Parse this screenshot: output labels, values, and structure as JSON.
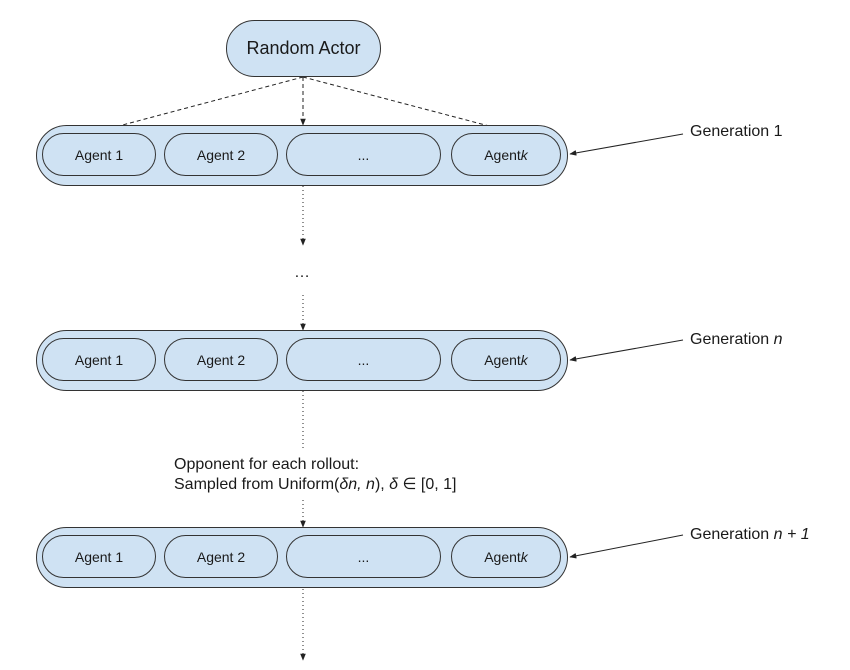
{
  "root": {
    "label": "Random Actor"
  },
  "generations": [
    {
      "label": "Generation ",
      "label_italic": "1",
      "agents": [
        {
          "text": "Agent 1",
          "italic": ""
        },
        {
          "text": "Agent 2",
          "italic": ""
        },
        {
          "text": "...",
          "italic": ""
        },
        {
          "text": "Agent ",
          "italic": "k"
        }
      ]
    },
    {
      "label": "Generation ",
      "label_italic": "n",
      "agents": [
        {
          "text": "Agent 1",
          "italic": ""
        },
        {
          "text": "Agent 2",
          "italic": ""
        },
        {
          "text": "...",
          "italic": ""
        },
        {
          "text": "Agent ",
          "italic": "k"
        }
      ]
    },
    {
      "label": "Generation ",
      "label_italic": "n + 1",
      "agents": [
        {
          "text": "Agent 1",
          "italic": ""
        },
        {
          "text": "Agent 2",
          "italic": ""
        },
        {
          "text": "...",
          "italic": ""
        },
        {
          "text": "Agent ",
          "italic": "k"
        }
      ]
    }
  ],
  "ellipsis": "…",
  "sampling_note": {
    "line1": "Opponent for each rollout:",
    "line2_a": "Sampled from Uniform(",
    "line2_b": "δn, n",
    "line2_c": "), ",
    "line2_d": "δ",
    "line2_e": " ∈ [0, 1]"
  },
  "colors": {
    "node_fill": "#cfe2f3",
    "stroke": "#333333"
  }
}
